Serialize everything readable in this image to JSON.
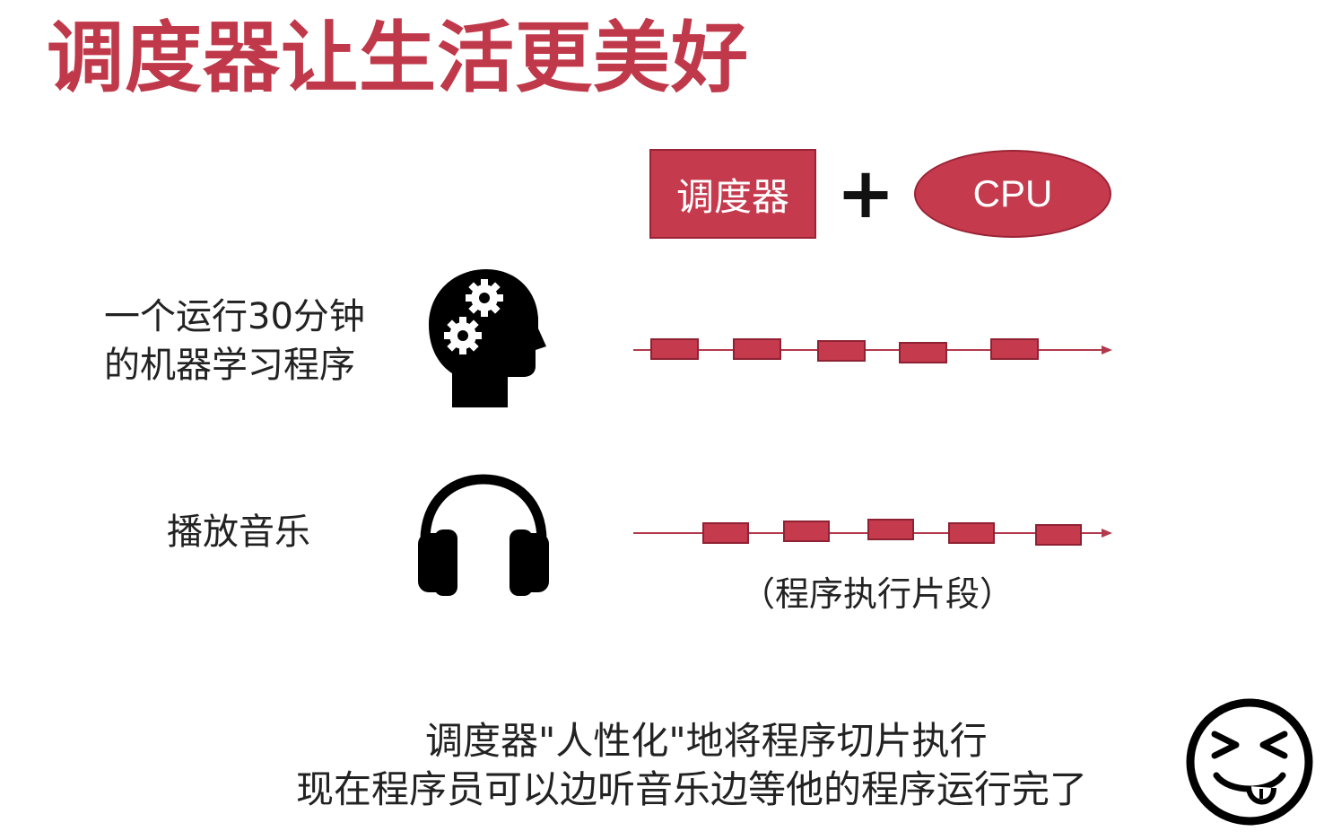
{
  "title": "调度器让生活更美好",
  "scheduler_label": "调度器",
  "plus_symbol": "+",
  "cpu_label": "CPU",
  "ml_program": {
    "line1": "一个运行30分钟",
    "line2": "的机器学习程序",
    "icon": "head-gears-icon"
  },
  "music": {
    "label": "播放音乐",
    "icon": "headphones-icon"
  },
  "timeline_caption": "（程序执行片段）",
  "footer": {
    "line1": "调度器\"人性化\"地将程序切片执行",
    "line2": "现在程序员可以边听音乐边等他的程序运行完了"
  },
  "emoji_icon": "laughing-tongue-face-icon",
  "colors": {
    "accent": "#c0394a",
    "segment": "#c63a4e",
    "segment_border": "#8e2233",
    "text": "#222222"
  }
}
